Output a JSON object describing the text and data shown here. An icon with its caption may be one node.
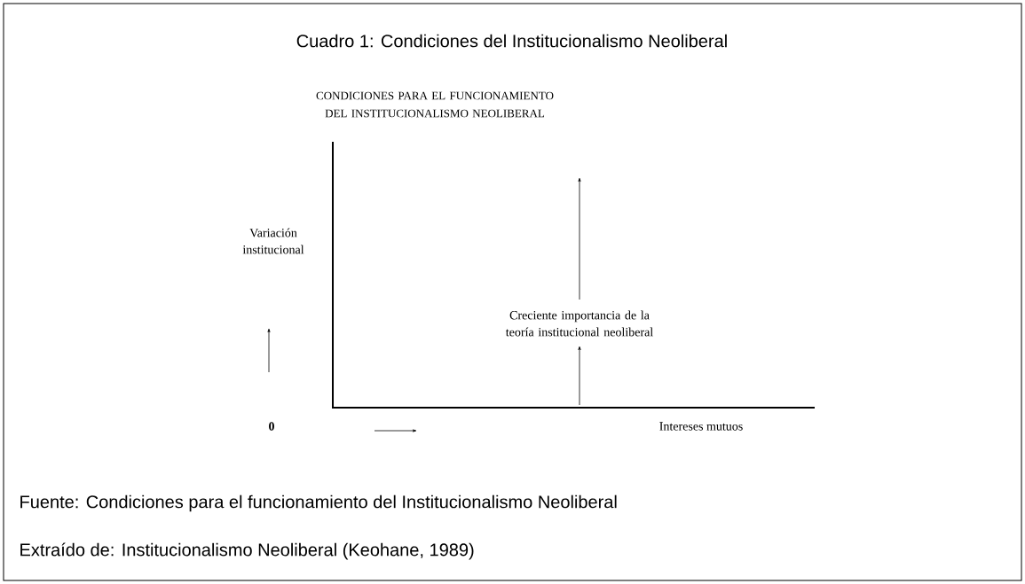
{
  "diagram": {
    "title": "Cuadro 1: Condiciones del Institucionalismo Neoliberal",
    "labels": [
      "CONDICIONES PARA EL FUNCIONAMIENTO DEL INSTITUCIONALISMO NEOLIBERAL",
      "Variación institucional",
      "Creciente importancia de la teoría institucional neoliberal",
      "0",
      "Intereses mutuos",
      "Extraído de: Institucionalismo Neoliberal (Keohane, 1989)"
    ],
    "caption": "Fuente: Condiciones para el funcionamiento del Institucionalismo Neoliberal"
  }
}
